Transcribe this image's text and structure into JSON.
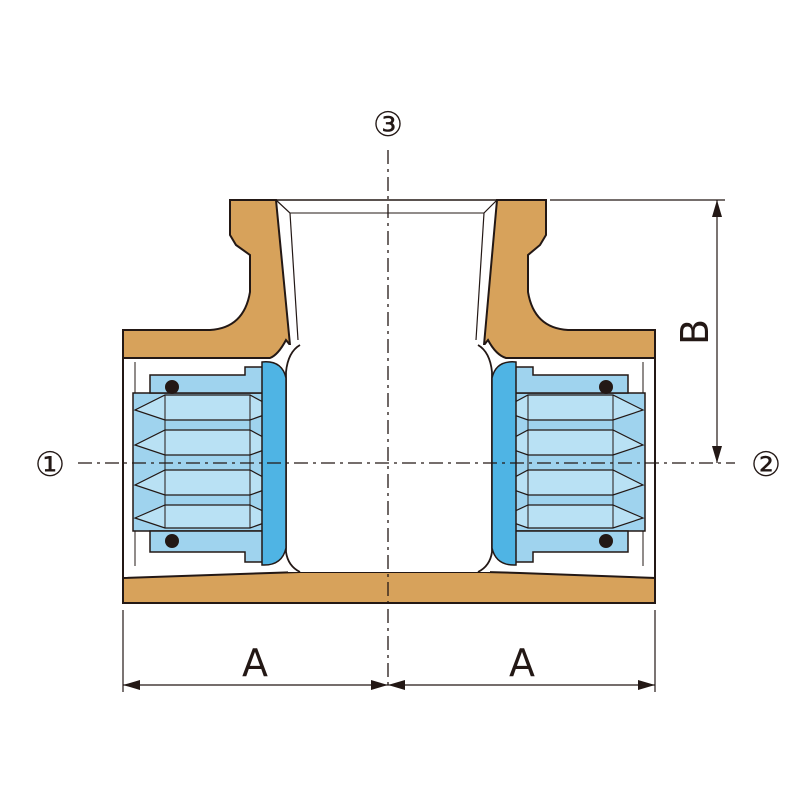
{
  "ports": {
    "port1": "①",
    "port2": "②",
    "port3": "③"
  },
  "dimensions": {
    "a_left": "A",
    "a_right": "A",
    "b": "B"
  },
  "colors": {
    "brass": "#d7a25b",
    "seal": "#9fd3ee",
    "seal_dark": "#4fb4e4",
    "outline": "#231815",
    "insert_fill": "#f4f5f7"
  }
}
